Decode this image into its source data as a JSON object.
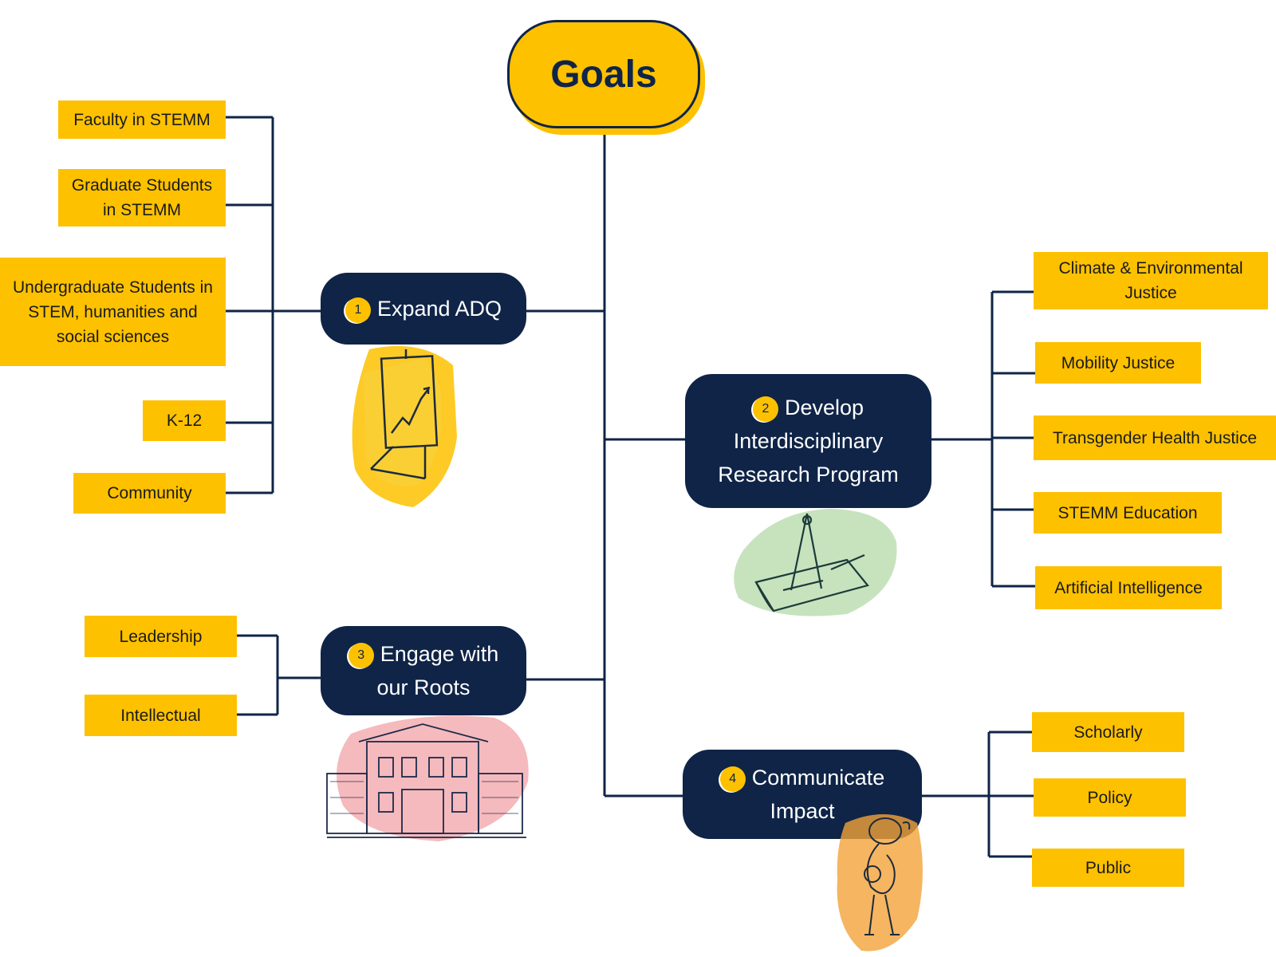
{
  "root": {
    "label": "Goals"
  },
  "goals": [
    {
      "num": "1",
      "label": "Expand ADQ",
      "items": [
        "Faculty in STEMM",
        "Graduate Students in STEMM",
        "Undergraduate Students in STEM, humanities and social sciences",
        "K-12",
        "Community"
      ]
    },
    {
      "num": "2",
      "label": "Develop Interdisciplinary Research Program",
      "items": [
        "Climate & Environmental Justice",
        "Mobility Justice",
        "Transgender Health Justice",
        "STEMM Education",
        "Artificial Intelligence"
      ]
    },
    {
      "num": "3",
      "label": "Engage with our Roots",
      "items": [
        "Leadership",
        "Intellectual"
      ]
    },
    {
      "num": "4",
      "label": "Communicate Impact",
      "items": [
        "Scholarly",
        "Policy",
        "Public"
      ]
    }
  ],
  "colors": {
    "navy": "#0f2447",
    "yellow": "#fdc100",
    "green_wash": "#a8d49a",
    "pink_wash": "#f2a3a7",
    "orange_wash": "#f2a23a"
  },
  "icons": [
    "flip-chart-icon",
    "drafting-tools-icon",
    "campus-building-icon",
    "tuba-player-icon"
  ]
}
